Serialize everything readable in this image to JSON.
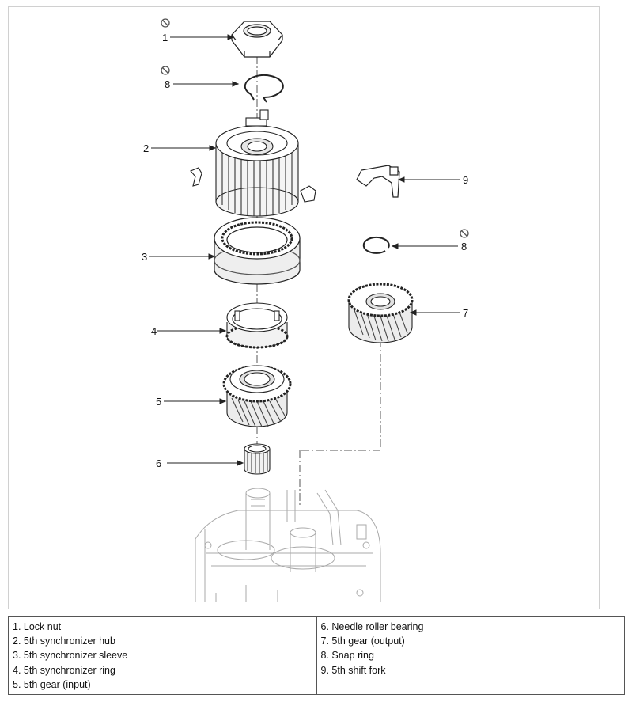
{
  "callouts": {
    "c1": "1",
    "c8a": "8",
    "c2": "2",
    "c3": "3",
    "c4": "4",
    "c5": "5",
    "c6": "6",
    "c9": "9",
    "c8b": "8",
    "c7": "7"
  },
  "legend": {
    "left": [
      "1. Lock nut",
      "2. 5th synchronizer hub",
      "3. 5th synchronizer sleeve",
      "4. 5th synchronizer ring",
      "5. 5th gear (input)"
    ],
    "right": [
      "6. Needle roller bearing",
      "7. 5th gear (output)",
      "8. Snap ring",
      "9. 5th shift fork"
    ]
  },
  "icons": {
    "do_not_reuse": "no-reuse-circle-slash-icon"
  }
}
